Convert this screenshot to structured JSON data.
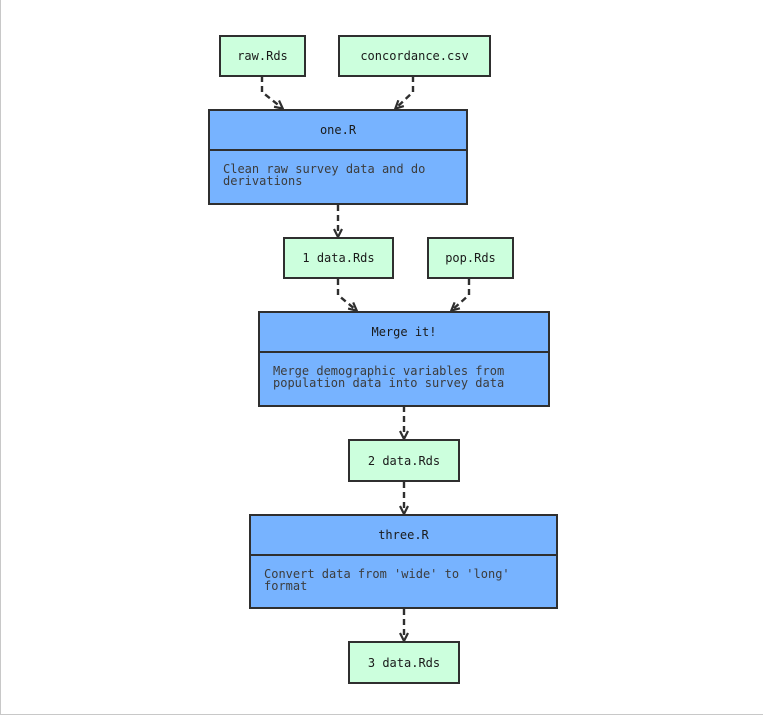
{
  "colors": {
    "file_fill": "#ccffdd",
    "script_fill": "#77b3ff",
    "stroke": "#2f2f2f"
  },
  "nodes": {
    "raw": "raw.Rds",
    "concordance": "concordance.csv",
    "one": {
      "title": "one.R",
      "desc": "Clean raw survey data and do derivations"
    },
    "data1": "1 data.Rds",
    "pop": "pop.Rds",
    "merge": {
      "title": "Merge it!",
      "desc": "Merge demographic variables from population data into survey data"
    },
    "data2": "2 data.Rds",
    "three": {
      "title": "three.R",
      "desc": "Convert data from 'wide' to 'long' format"
    },
    "data3": "3 data.Rds"
  },
  "edges": [
    [
      "raw",
      "one"
    ],
    [
      "concordance",
      "one"
    ],
    [
      "one",
      "data1"
    ],
    [
      "data1",
      "merge"
    ],
    [
      "pop",
      "merge"
    ],
    [
      "merge",
      "data2"
    ],
    [
      "data2",
      "three"
    ],
    [
      "three",
      "data3"
    ]
  ]
}
